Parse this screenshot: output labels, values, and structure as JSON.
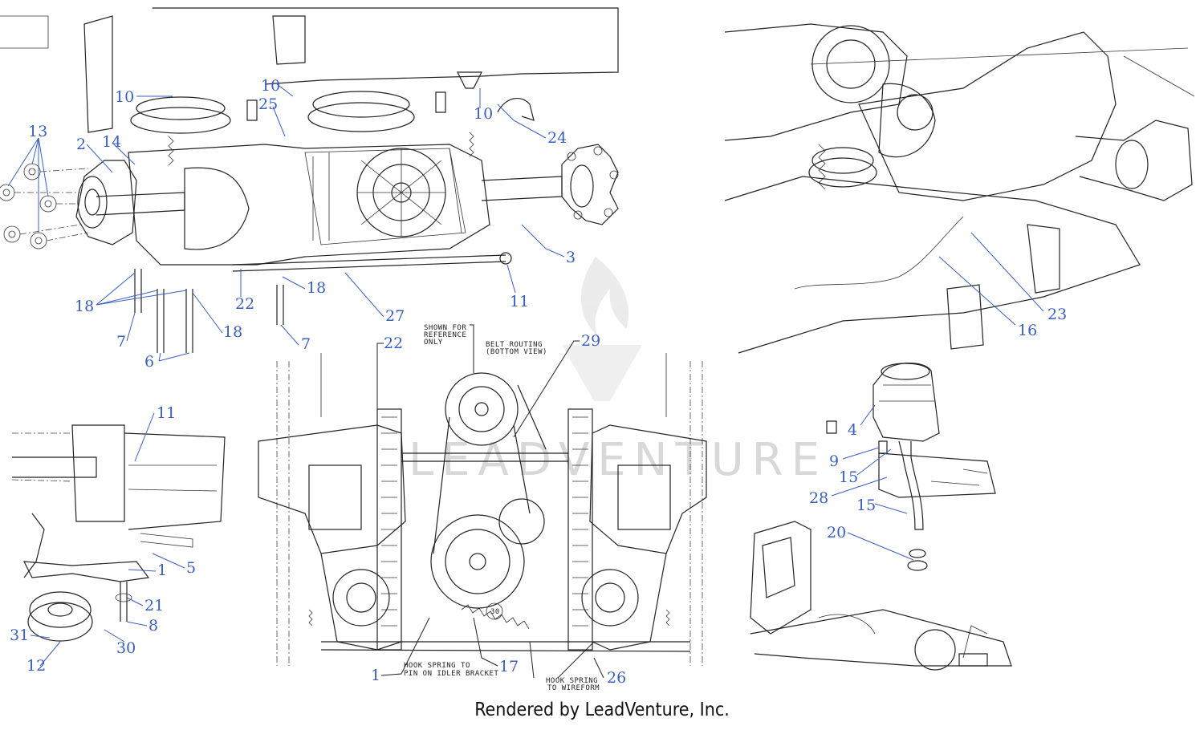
{
  "callouts": {
    "topleft": [
      "13",
      "2",
      "14",
      "10",
      "10",
      "25",
      "10",
      "24",
      "3",
      "11",
      "18",
      "18",
      "18",
      "22",
      "27",
      "7",
      "6",
      "7"
    ],
    "topright": [
      "23",
      "16"
    ],
    "bottomleft": [
      "11",
      "5",
      "1",
      "21",
      "8",
      "31",
      "30",
      "12"
    ],
    "center": [
      "22",
      "29",
      "1",
      "17",
      "26"
    ],
    "bottomright": [
      "4",
      "9",
      "15",
      "28",
      "15",
      "20"
    ]
  },
  "notes": {
    "reference": [
      "SHOWN FOR",
      "REFERENCE",
      "ONLY"
    ],
    "belt_routing": [
      "BELT ROUTING",
      "(BOTTOM VIEW)"
    ],
    "hook_idler": [
      "HOOK SPRING TO",
      "PIN ON IDLER BRACKET"
    ],
    "hook_wireform": [
      "HOOK SPRING",
      "TO WIREFORM"
    ],
    "part_30": "30"
  },
  "watermark": "LEADVENTURE",
  "footer": "Rendered by LeadVenture, Inc."
}
